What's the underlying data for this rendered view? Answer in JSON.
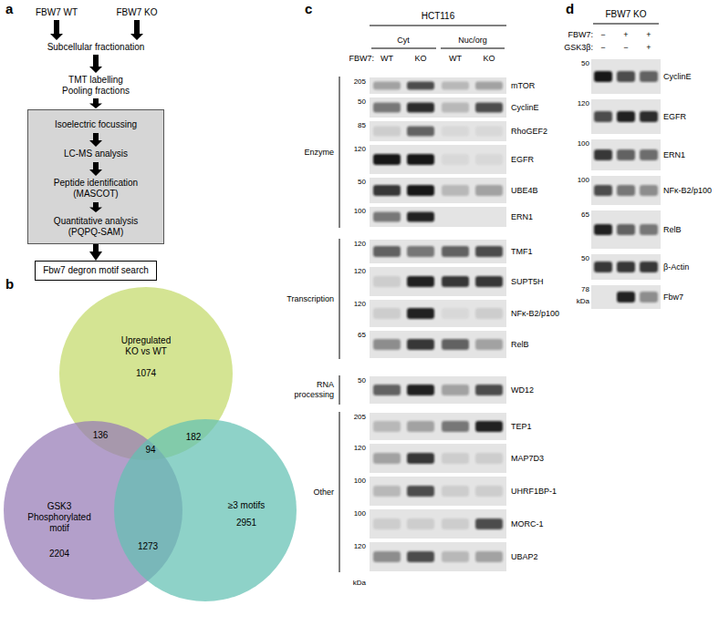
{
  "diagram": {
    "nodes": [
      {
        "text": [
          "Isoelectric focussing",
          "LC-MS analysis",
          "Peptide identification (MASCOT)",
          "Quantitative analysis (PQPQ-SAM)"
        ]
      },
      {
        "text": [
          "Fbw7 degron motif search"
        ]
      },
      {
        "text": [
          "Upregulated KO vs WT",
          "1074"
        ]
      },
      {
        "text": [
          "GSK3 Phosphorylated motif",
          "2204"
        ]
      },
      {
        "text": [
          "≥3 motifs",
          "2951"
        ]
      }
    ],
    "edges": [
      {
        "from": 0,
        "to": 1,
        "arrow": "to"
      }
    ],
    "labels": [
      "a",
      "FBW7 WT",
      "FBW7 KO",
      "Subcellular fractionation",
      "TMT labelling Pooling fractions",
      "b",
      "136",
      "182",
      "94",
      "1273",
      "c",
      "HCT116",
      "Cyt",
      "Nuc/org",
      "FBW7:",
      "WT",
      "KO",
      "WT",
      "KO",
      "Enzyme",
      "Transcription",
      "RNA processing",
      "Other",
      "205",
      "mTOR",
      "50",
      "CyclinE",
      "85",
      "RhoGEF2",
      "120",
      "EGFR",
      "50",
      "UBE4B",
      "100",
      "ERN1",
      "120",
      "TMF1",
      "120",
      "SUPT5H",
      "120",
      "NFκ-B2/p100",
      "65",
      "RelB",
      "50",
      "WD12",
      "205",
      "TEP1",
      "120",
      "MAP7D3",
      "100",
      "UHRF1BP-1",
      "100",
      "MORC-1",
      "120",
      "UBAP2",
      "kDa",
      "d",
      "FBW7 KO",
      "FBW7:",
      "−",
      "+",
      "+",
      "GSK3β:",
      "−",
      "−",
      "+",
      "50",
      "CyclinE",
      "120",
      "EGFR",
      "100",
      "ERN1",
      "100",
      "NFκ-B2/p100",
      "65",
      "RelB",
      "50",
      "β-Actin",
      "78",
      "Fbw7",
      "kDa"
    ]
  }
}
